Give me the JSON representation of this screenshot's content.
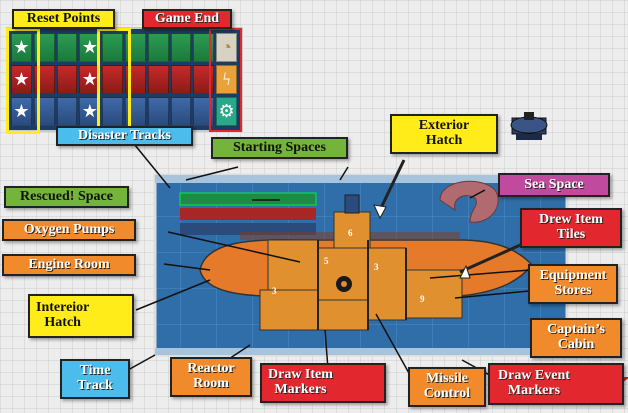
{
  "labels": {
    "reset_points": "Reset Points",
    "game_end": "Game End",
    "disaster_tracks": "Disaster Tracks",
    "starting_spaces": "Starting Spaces",
    "exterior_hatch": "Exterior\nHatch",
    "rescued_space": "Rescued! Space",
    "sea_space": "Sea Space",
    "oxygen_pumps": "Oxygen Pumps",
    "drew_item_tiles": "Drew Item\nTiles",
    "engine_room": "Engine Room",
    "equipment_stores": "Equipment\nStores",
    "interior_hatch": "Intereior\nHatch",
    "captains_cabin": "Captain’s\nCabin",
    "time_track": "Time\nTrack",
    "reactor_room": "Reactor\nRoom",
    "draw_item_markers": "Draw Item\nMarkers",
    "missile_control": "Missile\nControl",
    "draw_event_markers": "Draw Event\nMarkers"
  },
  "tracks": {
    "rows": [
      {
        "color": "green",
        "cells": 10,
        "star_positions": [
          0,
          3
        ]
      },
      {
        "color": "red",
        "cells": 10,
        "star_positions": [
          0,
          3
        ]
      },
      {
        "color": "blue",
        "cells": 10,
        "star_positions": [
          0,
          3
        ]
      }
    ],
    "end_icons": [
      "gauge-icon",
      "lightning-icon",
      "gear-icon"
    ]
  },
  "room_numbers": [
    "6",
    "3",
    "5",
    "9",
    "3"
  ],
  "colors": {
    "yellow": "#ffec18",
    "red": "#e2282e",
    "cyan": "#4bbcec",
    "green": "#74b43a",
    "orange": "#f08a2a",
    "purple": "#c04a9e",
    "board_blue": "#2f6ea8",
    "sub_orange": "#e0902e"
  }
}
